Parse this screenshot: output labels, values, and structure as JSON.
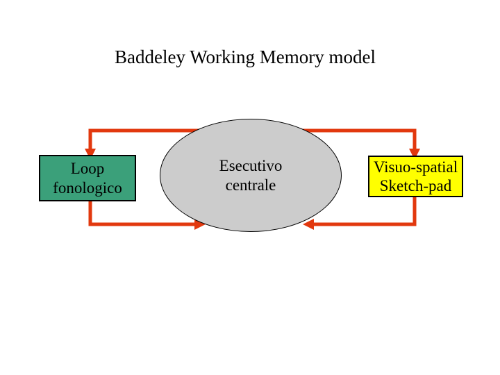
{
  "slide": {
    "title": "Baddeley Working Memory model"
  },
  "colors": {
    "background": "#FFFFFF",
    "arrow": "#E2380E",
    "left_box_fill": "#3BA07A",
    "center_ellipse_fill": "#CCCCCC",
    "right_box_fill": "#FFFF00",
    "shape_border": "#000000",
    "text": "#000000"
  },
  "diagram": {
    "left_box": {
      "line1": "Loop",
      "line2": "fonologico"
    },
    "center_ellipse": {
      "line1": "Esecutivo",
      "line2": "centrale"
    },
    "right_box": {
      "line1": "Visuo-spatial",
      "line2": "Sketch-pad"
    },
    "connections": [
      {
        "from": "esecutivo-centrale",
        "to": "loop-fonologico",
        "route": "top-left"
      },
      {
        "from": "loop-fonologico",
        "to": "esecutivo-centrale",
        "route": "bottom-left"
      },
      {
        "from": "esecutivo-centrale",
        "to": "visuo-spatial-sketch-pad",
        "route": "top-right"
      },
      {
        "from": "visuo-spatial-sketch-pad",
        "to": "esecutivo-centrale",
        "route": "bottom-right"
      }
    ]
  }
}
